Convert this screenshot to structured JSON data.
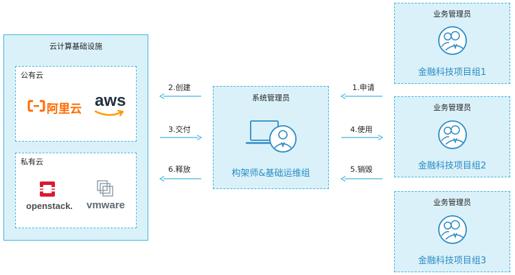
{
  "cloud_infra": {
    "title": "云计算基础设施",
    "public_cloud": {
      "title": "公有云",
      "aliyun_text": "阿里云",
      "aws_text": "aws"
    },
    "private_cloud": {
      "title": "私有云",
      "openstack_text": "openstack.",
      "vmware_text": "vmware"
    }
  },
  "sysadmin": {
    "title": "系统管理员",
    "label": "构架师&基础运维组"
  },
  "arrows_left": [
    {
      "label": "2.创建"
    },
    {
      "label": "3.交付"
    },
    {
      "label": "6.释放"
    }
  ],
  "arrows_right": [
    {
      "label": "1.申请"
    },
    {
      "label": "4.使用"
    },
    {
      "label": "5.销毁"
    }
  ],
  "business_groups": [
    {
      "title": "业务管理员",
      "label": "金融科技项目组1"
    },
    {
      "title": "业务管理员",
      "label": "金融科技项目组2"
    },
    {
      "title": "业务管理员",
      "label": "金融科技项目组3"
    }
  ],
  "colors": {
    "border": "#3fb4e0",
    "fill": "#daf1f9",
    "accent_text": "#2a8bc4",
    "aliyun": "#ff6a00",
    "aws_smile": "#ff9900",
    "openstack": "#da1a32"
  }
}
